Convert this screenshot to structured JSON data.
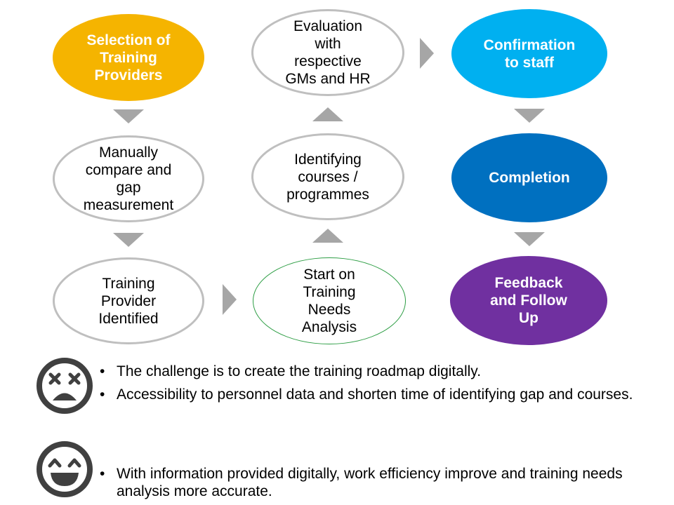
{
  "colors": {
    "yellow": "#f5b400",
    "cyan": "#00b0f0",
    "blue": "#0070c0",
    "purple": "#7030a0",
    "outline": "#bfbfbf",
    "green_outline": "#2e9e45",
    "arrow": "#a6a6a6",
    "face": "#404040"
  },
  "nodes": {
    "selection": "Selection of\nTraining\nProviders",
    "manual": "Manually\ncompare and\ngap\nmeasurement",
    "identified": "Training\nProvider\nIdentified",
    "tna": "Start on\nTraining\nNeeds\nAnalysis",
    "courses": "Identifying\ncourses /\nprogrammes",
    "evaluation": "Evaluation\nwith\nrespective\nGMs and HR",
    "confirmation": "Confirmation\nto staff",
    "completion": "Completion",
    "feedback": "Feedback\nand Follow\nUp"
  },
  "faces": {
    "sad": "dizzy-sad-face-icon",
    "happy": "happy-face-icon"
  },
  "challenges": [
    "The challenge is to create the training roadmap digitally.",
    "Accessibility to personnel data and shorten time of identifying gap and courses."
  ],
  "benefits": [
    "With information provided digitally, work efficiency improve and training needs analysis more accurate."
  ]
}
